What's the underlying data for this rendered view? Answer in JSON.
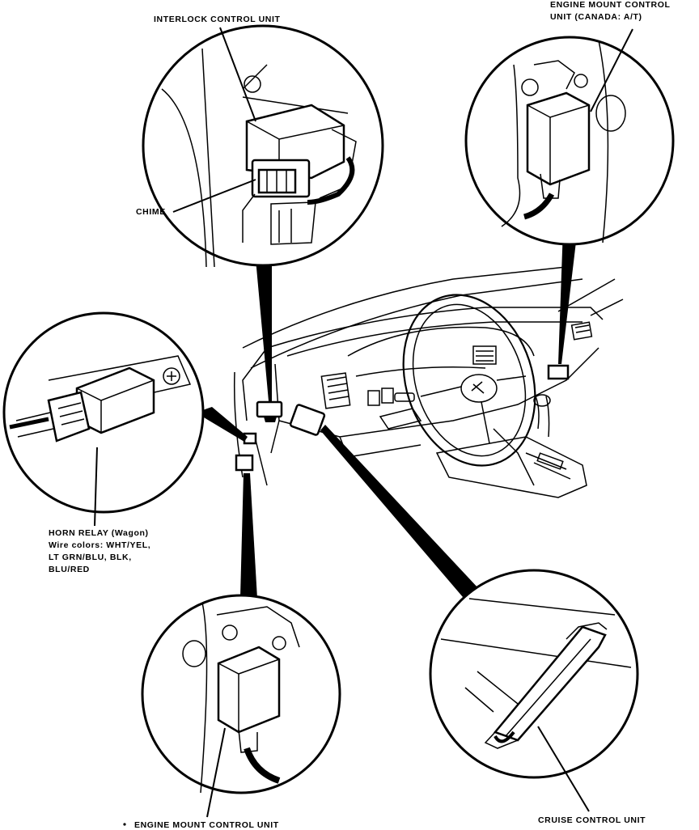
{
  "labels": {
    "interlock_control_unit": "INTERLOCK CONTROL UNIT",
    "chime": "CHIME",
    "engine_mount_top_line1": "ENGINE MOUNT CONTROL",
    "engine_mount_top_line2": "UNIT (CANADA: A/T)",
    "horn_relay_line1": "HORN RELAY (Wagon)",
    "horn_relay_line2": "Wire colors: WHT/YEL,",
    "horn_relay_line3": "LT GRN/BLU, BLK,",
    "horn_relay_line4": "BLU/RED",
    "engine_mount_bottom": "ENGINE MOUNT CONTROL UNIT",
    "cruise_control_unit": "CRUISE CONTROL UNIT"
  },
  "icons": {
    "callout_interlock": "interlock-chime-detail",
    "callout_engine_mount_top": "engine-mount-unit-detail",
    "callout_horn_relay": "horn-relay-detail",
    "callout_engine_mount_bottom": "engine-mount-unit-detail",
    "callout_cruise": "cruise-control-detail",
    "dashboard": "dashboard-steering-wheel"
  }
}
